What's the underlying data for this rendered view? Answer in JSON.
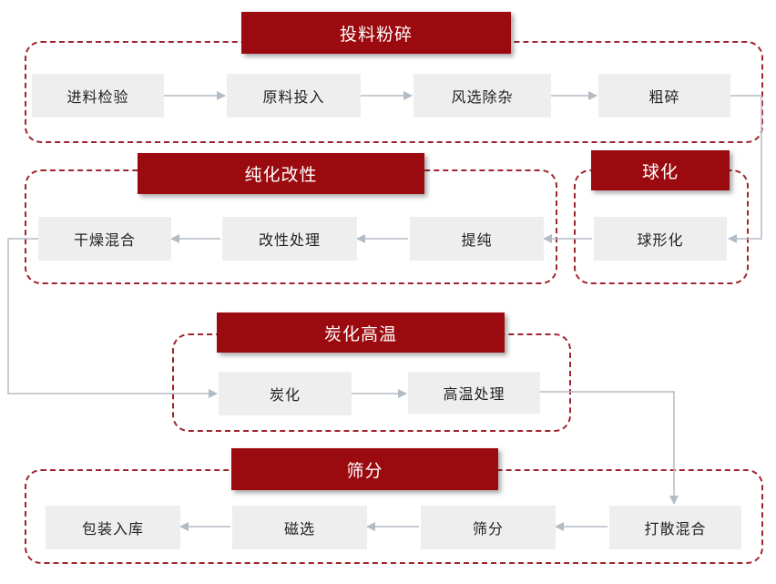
{
  "stages": {
    "feeding": {
      "title": "投料粉碎",
      "steps": [
        "进料检验",
        "原料投入",
        "风选除杂",
        "粗碎"
      ]
    },
    "spheroid": {
      "title": "球化",
      "steps": [
        "球形化"
      ]
    },
    "purify": {
      "title": "纯化改性",
      "steps": [
        "提纯",
        "改性处理",
        "干燥混合"
      ]
    },
    "carbonize": {
      "title": "炭化高温",
      "steps": [
        "炭化",
        "高温处理"
      ]
    },
    "screening": {
      "title": "筛分",
      "steps": [
        "打散混合",
        "筛分",
        "磁选",
        "包装入库"
      ]
    }
  },
  "colors": {
    "accent": "#9b0a0f",
    "dashed_border": "#a0242b",
    "step_fill": "#eeeeee",
    "connector": "#b3bcc4"
  }
}
